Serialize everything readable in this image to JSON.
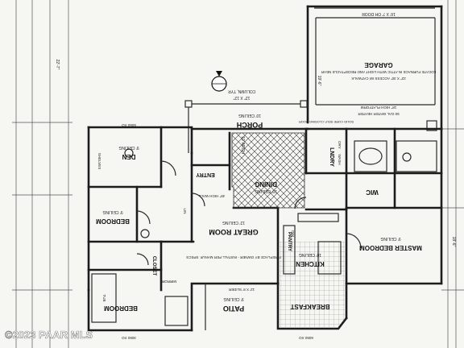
{
  "rooms": {
    "garage": "GARAGE",
    "porch": "PORCH",
    "den": "DEN",
    "entry": "ENTRY",
    "dining": "DINING",
    "laundry": "LNDRY",
    "wic": "WIC",
    "bedroom_upper": "BEDROOM",
    "great_room": "GREAT ROOM",
    "master_bedroom": "MASTER BEDROOM",
    "kitchen": "KITCHEN",
    "bedroom_lower": "BEDROOM",
    "patio": "PATIO",
    "breakfast": "BREAKFAST",
    "pantry": "PANTRY",
    "closet": "CLOSET"
  },
  "notes": {
    "garage_door": "16' X 7' OH DOOR",
    "garage_furnace": "LOCATE FURNACE IN ATTIC WITH LIGHT AND RECEPTACLE NEAR",
    "garage_access": "22\" X 30\" ACCESS W/ CATWALK",
    "garage_platform": "18\" HIGH PLATFORM",
    "garage_wh": "50 GAL WATER HEATER",
    "garage_closer": "SOLID CORE SELF-CLOSING DOOR",
    "porch_column": "COLUMN, TYP.",
    "porch_post": "12\" X 12\"",
    "porch_ceiling": "10' CEILING",
    "den_ceiling": "9' CEILING",
    "den_shelves": "SHELVES",
    "entry_ceiling": "10' ARCH",
    "dining_ceiling": "10' CEILING",
    "great_ceiling": "12' CEILING",
    "master_ceiling": "9' CEILING",
    "kitchen_ceiling": "10' CEILING",
    "bedroom_ceiling": "9' CEILING",
    "patio_ceiling": "9' CEILING",
    "fireplace": "FIREPLACE BY OWNER - INSTALL PER MANUF. SPECS",
    "half_wall": "48\" HIGH WALL",
    "window_a": "5050 XO",
    "window_b": "6050 XO",
    "window_c": "3050 XO",
    "slider": "12' X 8' SLIDER",
    "tub": "TUB",
    "mirror": "MIRROR",
    "dw": "DW",
    "wash": "WASH",
    "dry": "DRY",
    "linen": "LIN",
    "dim_left": "22'-7\"",
    "dim_right": "18'-6\"",
    "dim_top": "19'-6\""
  },
  "watermark": "©2023 PAAR MLS",
  "colors": {
    "paper": "#f6f6f3",
    "ink": "#1c1c1c",
    "hatch": "#3a3a3a"
  }
}
